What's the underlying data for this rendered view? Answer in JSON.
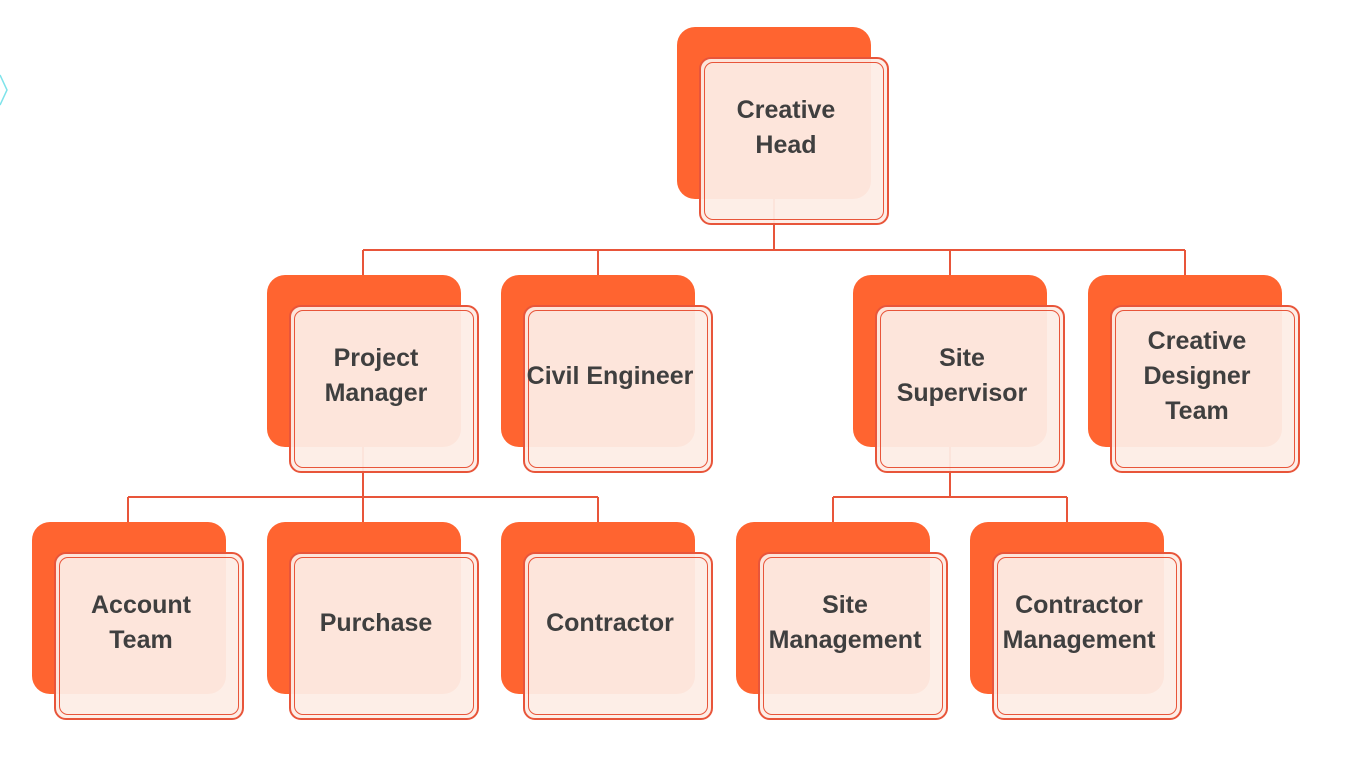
{
  "org_chart": {
    "root": {
      "label": "Creative\nHead"
    },
    "level2": [
      {
        "label": "Project\nManager"
      },
      {
        "label": "Civil Engineer"
      },
      {
        "label": "Site\nSupervisor"
      },
      {
        "label": "Creative\nDesigner\nTeam"
      }
    ],
    "level3": [
      {
        "label": "Account\nTeam"
      },
      {
        "label": "Purchase"
      },
      {
        "label": "Contractor"
      },
      {
        "label": "Site\nManagement"
      },
      {
        "label": "Contractor\nManagement"
      }
    ]
  },
  "colors": {
    "accent": "#FF6430",
    "border": "#E8553A",
    "card_fill": "#FDEDE5",
    "text": "#3F3F3F",
    "decoration": "#7FE3EA"
  }
}
